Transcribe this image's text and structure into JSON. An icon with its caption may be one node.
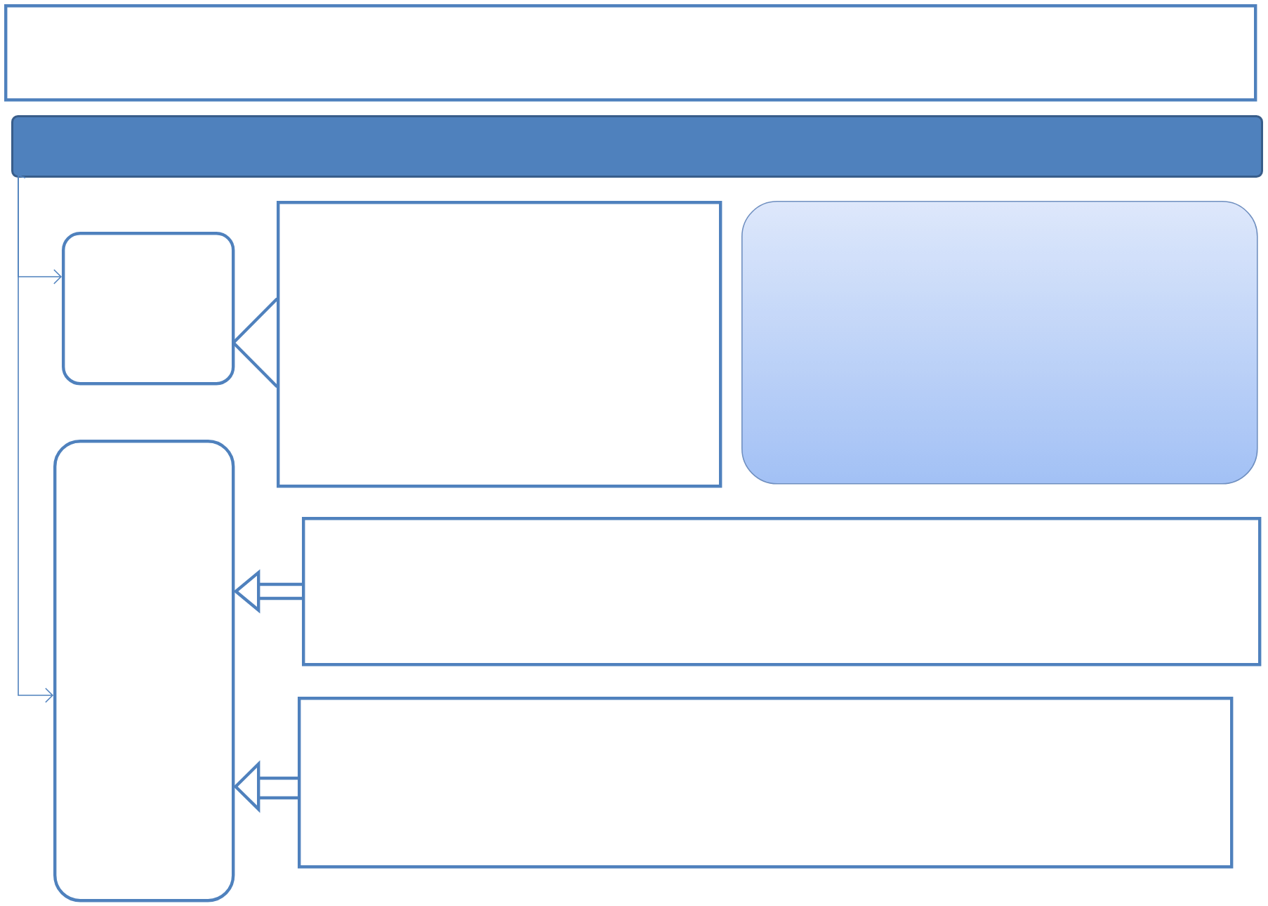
{
  "diagram": {
    "nodes": [
      {
        "text": [],
        "shape": "box"
      },
      {
        "text": [],
        "shape": "bar"
      },
      {
        "text": [],
        "shape": "box"
      },
      {
        "text": [],
        "shape": "box"
      },
      {
        "text": [],
        "shape": "box"
      },
      {
        "text": [],
        "shape": "box"
      },
      {
        "text": [],
        "shape": "box"
      },
      {
        "text": [],
        "shape": "box"
      }
    ],
    "edges": [
      {
        "from": 1,
        "to": 2,
        "arrow": "to"
      },
      {
        "from": 1,
        "to": 5,
        "arrow": "to"
      },
      {
        "from": 3,
        "to": 2,
        "arrow": "none"
      },
      {
        "from": 6,
        "to": 5,
        "arrow": "to"
      },
      {
        "from": 7,
        "to": 5,
        "arrow": "to"
      }
    ]
  }
}
